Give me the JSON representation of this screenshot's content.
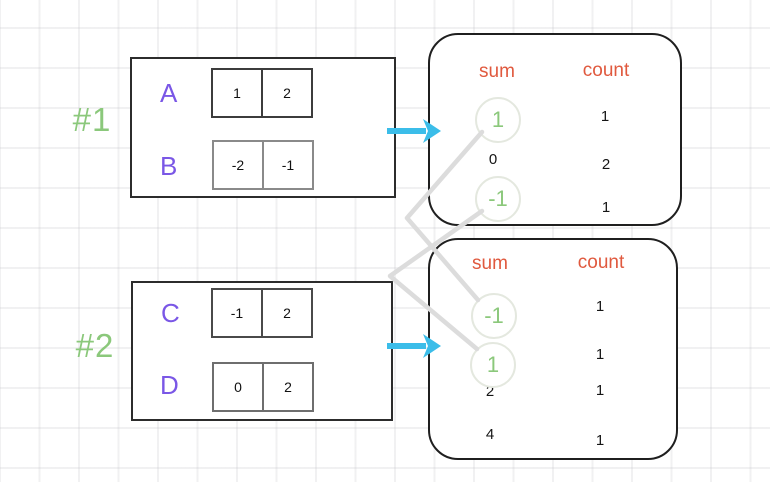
{
  "diagram": {
    "title_hint": "pair-sum frequency tables",
    "groups": [
      {
        "tag": "#1",
        "rows": [
          {
            "label": "A",
            "cells": [
              "1",
              "2"
            ]
          },
          {
            "label": "B",
            "cells": [
              "-2",
              "-1"
            ]
          }
        ]
      },
      {
        "tag": "#2",
        "rows": [
          {
            "label": "C",
            "cells": [
              "-1",
              "2"
            ]
          },
          {
            "label": "D",
            "cells": [
              "0",
              "2"
            ]
          }
        ]
      }
    ],
    "tables": [
      {
        "sum_header": "sum",
        "count_header": "count",
        "rows": [
          {
            "sum": "1",
            "count": "1",
            "circled": true
          },
          {
            "sum": "0",
            "count": "2",
            "circled": false
          },
          {
            "sum": "-1",
            "count": "1",
            "circled": true
          }
        ]
      },
      {
        "sum_header": "sum",
        "count_header": "count",
        "rows": [
          {
            "sum": "-1",
            "count": "1",
            "circled": true
          },
          {
            "sum": "1",
            "count": "1",
            "circled": true
          },
          {
            "sum": "2",
            "count": "1",
            "circled": false
          },
          {
            "sum": "4",
            "count": "1",
            "circled": false
          }
        ]
      }
    ],
    "connections": [
      {
        "from": "table1 sum 1",
        "to": "table2 sum -1"
      },
      {
        "from": "table1 sum -1",
        "to": "table2 sum 1"
      }
    ],
    "colors": {
      "green": "#8bc87b",
      "purple": "#7a57e6",
      "orange": "#e0593e",
      "cyan_arrow": "#3bbde9",
      "connector_gray": "#dcdcdc"
    }
  }
}
